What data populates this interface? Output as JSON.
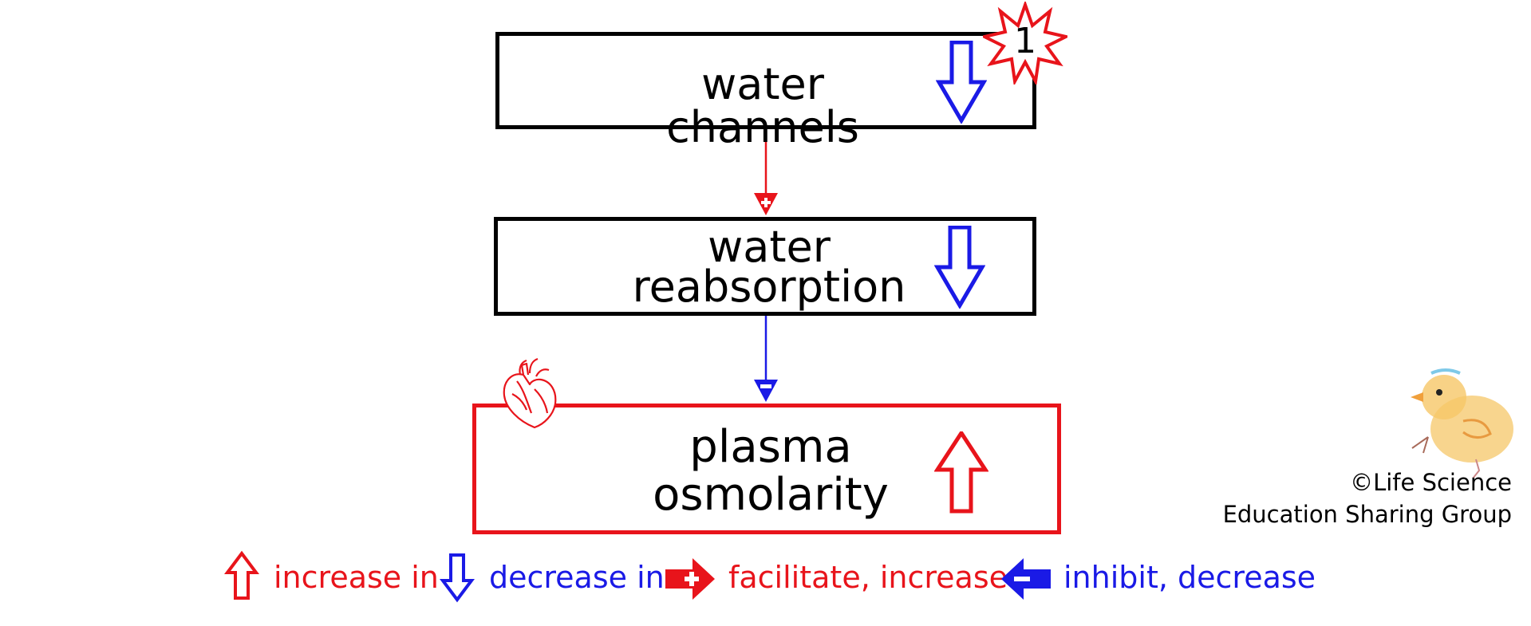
{
  "nodes": {
    "water_channels": {
      "label": "water channels",
      "change": "decrease"
    },
    "water_reabsorption": {
      "label_line1": "water",
      "label_line2": "reabsorption",
      "change": "decrease"
    },
    "plasma_osmolarity": {
      "label_line1": "plasma",
      "label_line2": "osmolarity",
      "change": "increase"
    }
  },
  "edges": [
    {
      "from": "water_channels",
      "to": "water_reabsorption",
      "effect": "facilitate"
    },
    {
      "from": "water_reabsorption",
      "to": "plasma_osmolarity",
      "effect": "inhibit"
    }
  ],
  "badge": {
    "number": "1"
  },
  "legend": {
    "increase": "increase in",
    "decrease": "decrease in",
    "facilitate": "facilitate, increase",
    "inhibit": "inhibit, decrease"
  },
  "credit": {
    "line1": "©Life Science",
    "line2": "Education Sharing Group"
  },
  "colors": {
    "increase": "#e8141b",
    "decrease": "#1a1ae6",
    "box_border": "#000000",
    "highlight_border": "#e8141b"
  },
  "icons": [
    "starburst-badge-icon",
    "heart-icon",
    "duck-mascot-icon",
    "up-arrow-icon",
    "down-arrow-icon",
    "facilitate-arrow-icon",
    "inhibit-arrow-icon"
  ]
}
